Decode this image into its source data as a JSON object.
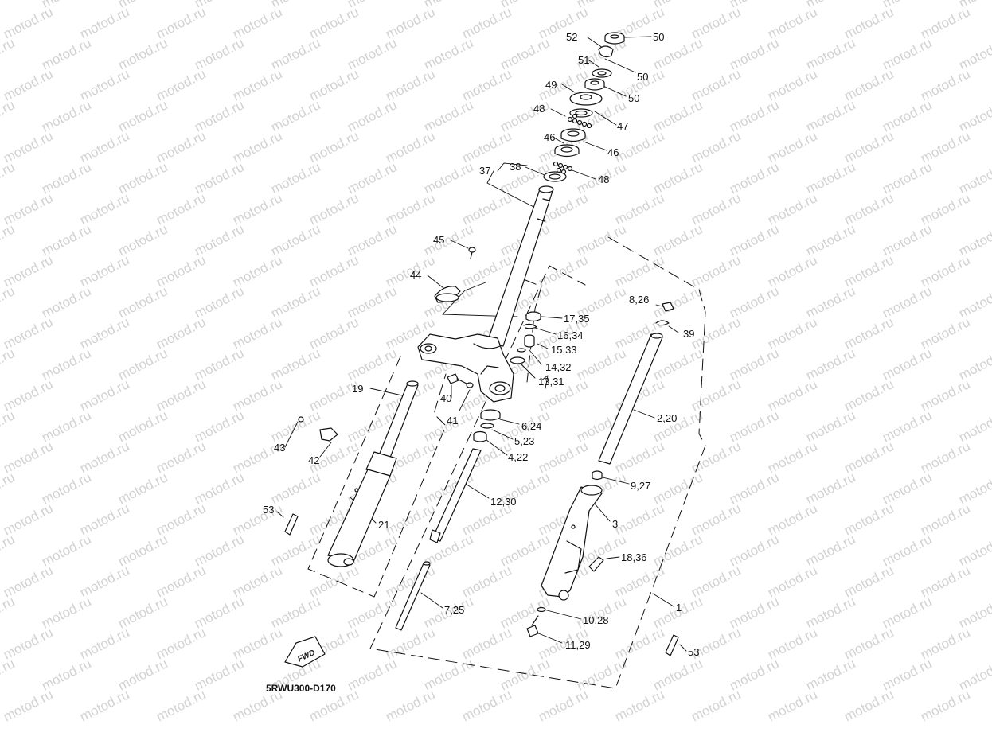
{
  "watermark": "motod.ru",
  "diagram_code": "5RWU300-D170",
  "fwd_text": "FWD",
  "callouts": [
    {
      "id": "c52",
      "text": "52"
    },
    {
      "id": "c50a",
      "text": "50"
    },
    {
      "id": "c51",
      "text": "51"
    },
    {
      "id": "c50b",
      "text": "50"
    },
    {
      "id": "c49",
      "text": "49"
    },
    {
      "id": "c50c",
      "text": "50"
    },
    {
      "id": "c48a",
      "text": "48"
    },
    {
      "id": "c47",
      "text": "47"
    },
    {
      "id": "c46a",
      "text": "46"
    },
    {
      "id": "c46b",
      "text": "46"
    },
    {
      "id": "c37",
      "text": "37"
    },
    {
      "id": "c38",
      "text": "38"
    },
    {
      "id": "c48b",
      "text": "48"
    },
    {
      "id": "c45",
      "text": "45"
    },
    {
      "id": "c44",
      "text": "44"
    },
    {
      "id": "c17",
      "text": "17,35"
    },
    {
      "id": "c16",
      "text": "16,34"
    },
    {
      "id": "c15",
      "text": "15,33"
    },
    {
      "id": "c14",
      "text": "14,32"
    },
    {
      "id": "c13",
      "text": "13,31"
    },
    {
      "id": "c8",
      "text": "8,26"
    },
    {
      "id": "c39",
      "text": "39"
    },
    {
      "id": "c19",
      "text": "19"
    },
    {
      "id": "c40",
      "text": "40"
    },
    {
      "id": "c41",
      "text": "41"
    },
    {
      "id": "c6",
      "text": "6,24"
    },
    {
      "id": "c5",
      "text": "5,23"
    },
    {
      "id": "c4",
      "text": "4,22"
    },
    {
      "id": "c2",
      "text": "2,20"
    },
    {
      "id": "c43",
      "text": "43"
    },
    {
      "id": "c42",
      "text": "42"
    },
    {
      "id": "c9",
      "text": "9,27"
    },
    {
      "id": "c12",
      "text": "12,30"
    },
    {
      "id": "c53a",
      "text": "53"
    },
    {
      "id": "c21",
      "text": "21"
    },
    {
      "id": "c3",
      "text": "3"
    },
    {
      "id": "c18",
      "text": "18,36"
    },
    {
      "id": "c1",
      "text": "1"
    },
    {
      "id": "c7",
      "text": "7,25"
    },
    {
      "id": "c10",
      "text": "10,28"
    },
    {
      "id": "c11",
      "text": "11,29"
    },
    {
      "id": "c53b",
      "text": "53"
    }
  ]
}
